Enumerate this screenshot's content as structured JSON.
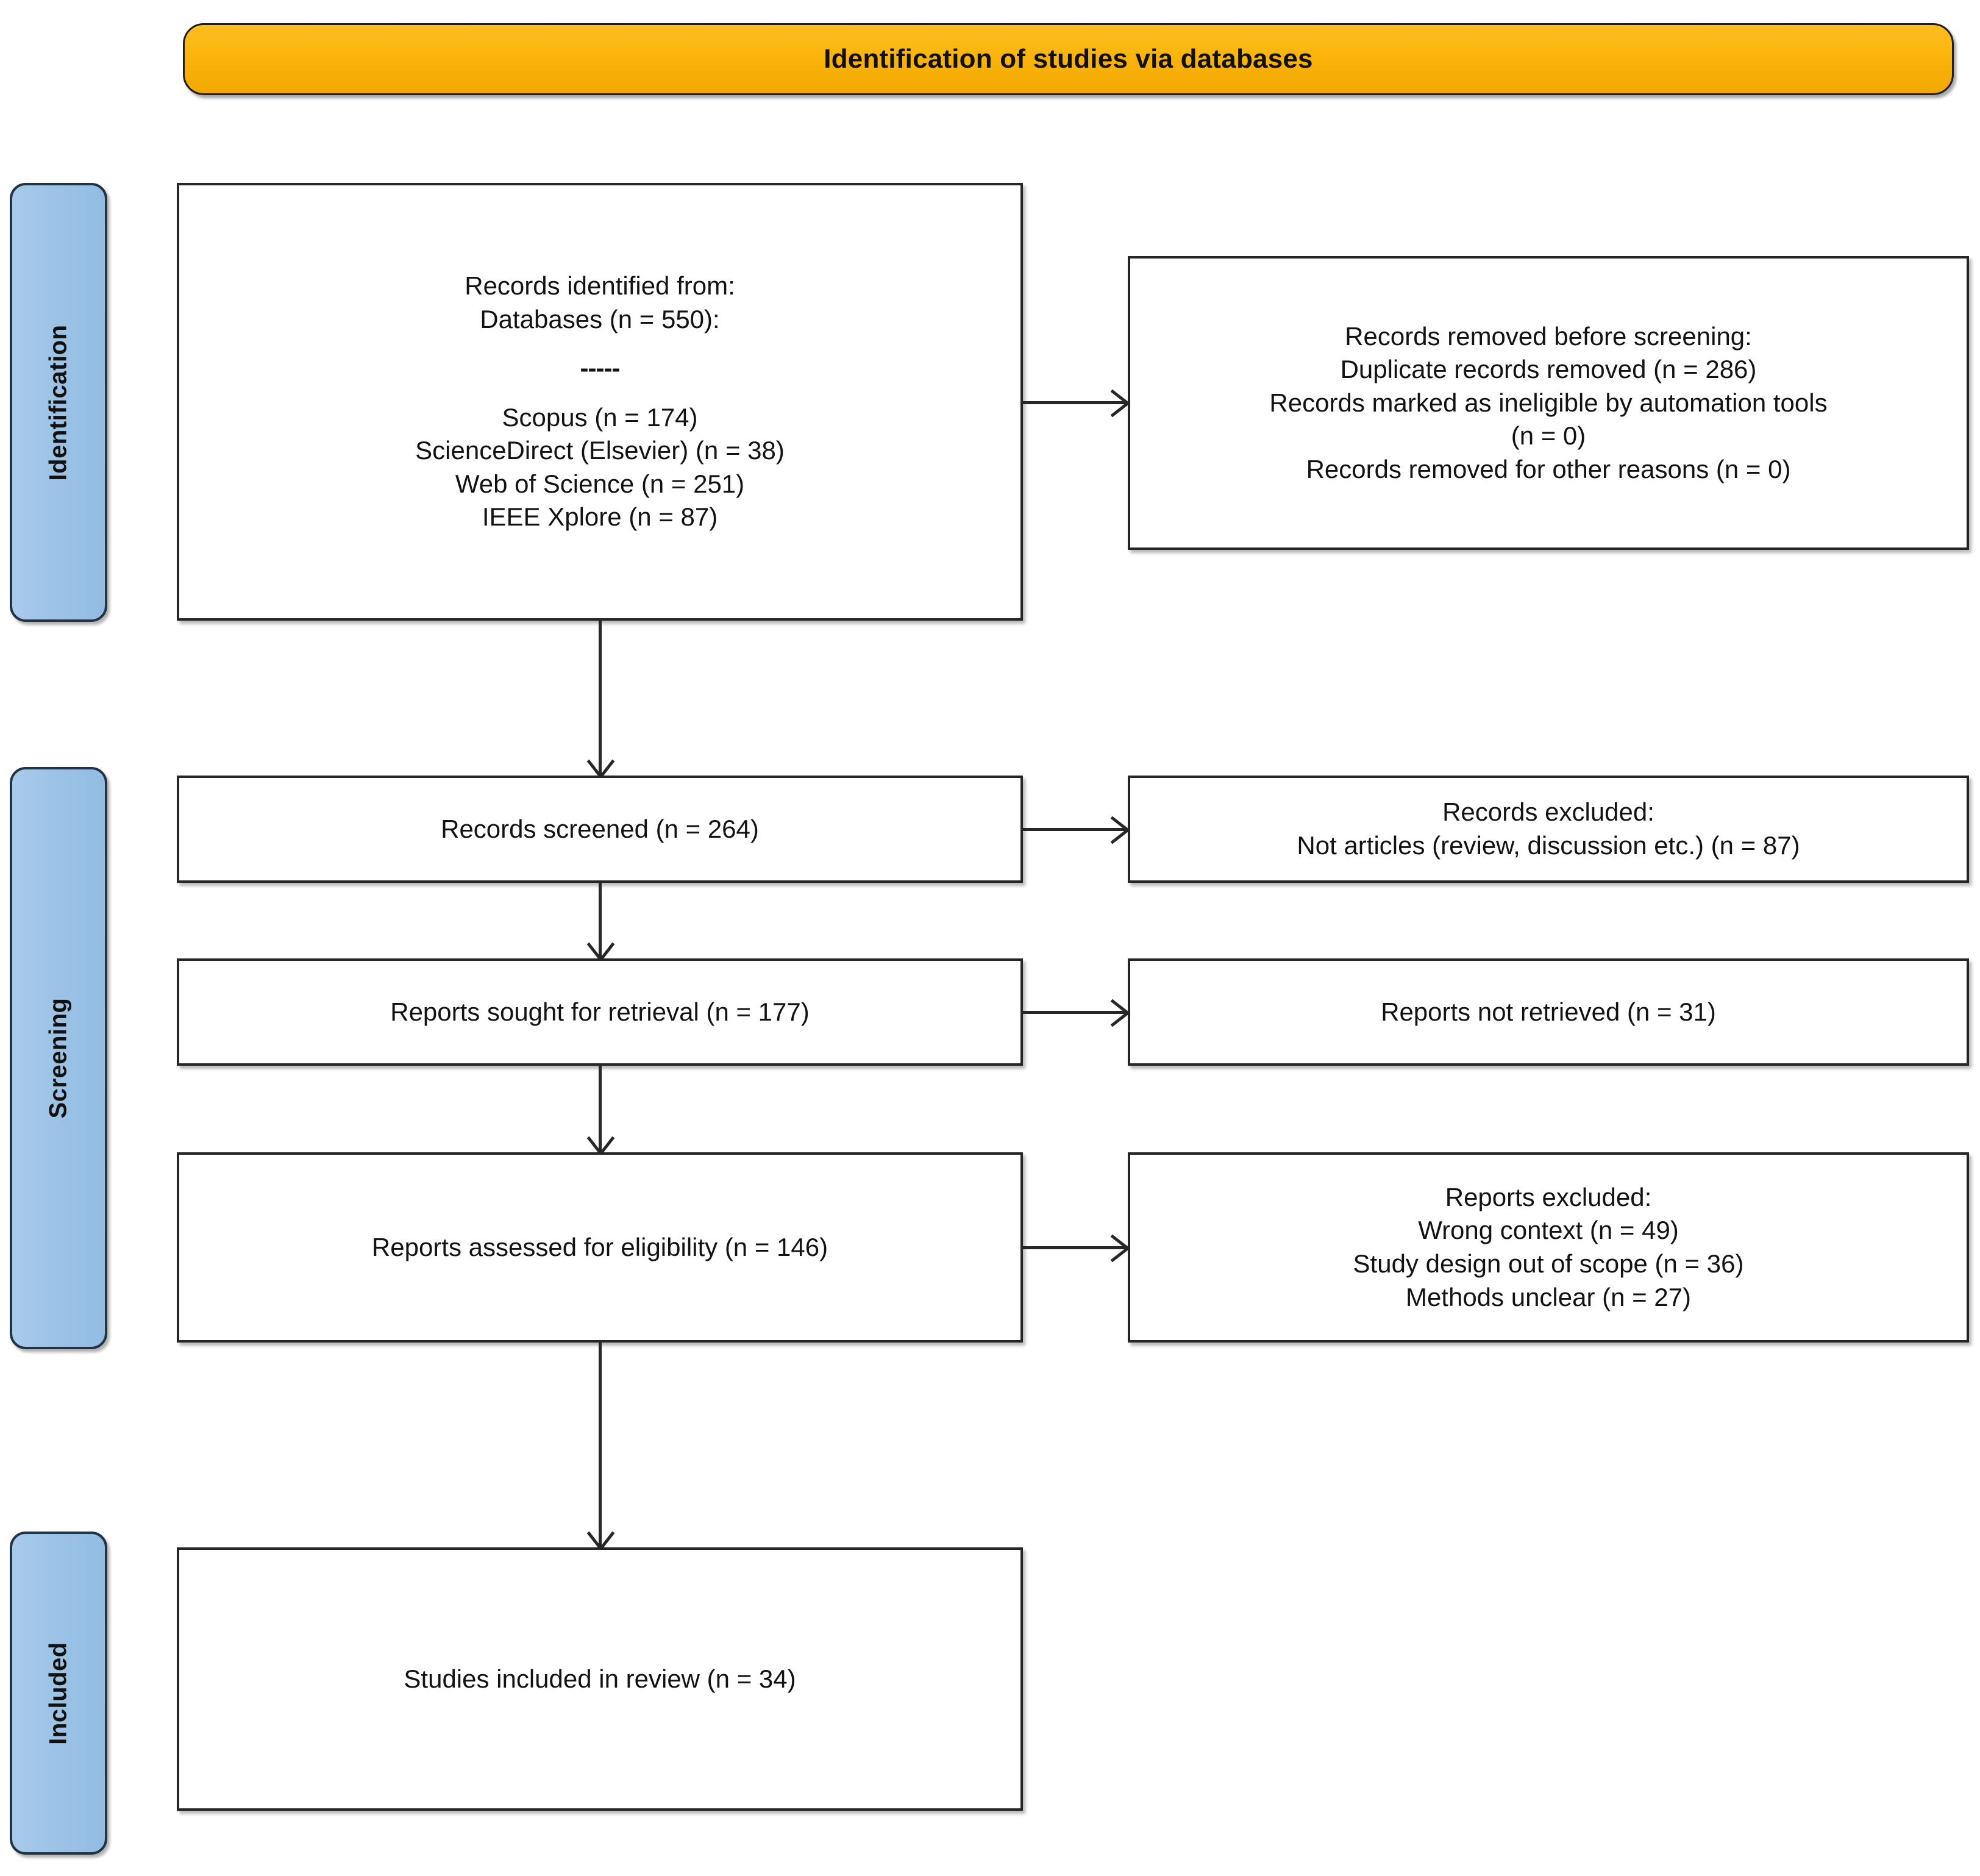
{
  "banner": {
    "title": "Identification of studies via databases"
  },
  "stages": [
    {
      "id": "identification",
      "label": "Identification"
    },
    {
      "id": "screening",
      "label": "Screening"
    },
    {
      "id": "included",
      "label": "Included"
    }
  ],
  "colors": {
    "banner_fill": "#FBB40C",
    "banner_border": "#1F1F1F",
    "stage_fill": "#9DC3E6",
    "stage_border": "#223344",
    "box_border": "#262626",
    "box_fill": "#FFFFFF",
    "connector": "#272727"
  },
  "boxes": {
    "identified": {
      "lines": [
        "Records identified from:",
        "Databases (n = 550):",
        "",
        "-----",
        "",
        "Scopus (n = 174)",
        "ScienceDirect (Elsevier) (n = 38)",
        "Web of Science (n = 251)",
        "IEEE Xplore (n = 87)"
      ]
    },
    "removed": {
      "lines": [
        "Records removed before screening:",
        "Duplicate records removed (n = 286)",
        "Records marked as ineligible by automation tools",
        "(n = 0)",
        "Records removed for other reasons (n = 0)"
      ]
    },
    "screened": {
      "lines": [
        "Records screened (n = 264)"
      ]
    },
    "excluded_1": {
      "lines": [
        "Records excluded:",
        "Not articles (review, discussion etc.) (n = 87)"
      ]
    },
    "sought": {
      "lines": [
        "Reports sought for retrieval (n = 177)"
      ]
    },
    "not_retrieved": {
      "lines": [
        "Reports not retrieved (n = 31)"
      ]
    },
    "assessed": {
      "lines": [
        "Reports assessed for eligibility (n = 146)"
      ]
    },
    "excluded_2": {
      "lines": [
        "Reports excluded:",
        "Wrong context (n = 49)",
        "Study design out of scope (n = 36)",
        "Methods unclear (n = 27)"
      ]
    },
    "included": {
      "lines": [
        "Studies included in review (n = 34)"
      ]
    }
  },
  "chart_data": {
    "type": "diagram",
    "title": "Identification of studies via databases",
    "diagram_kind": "PRISMA 2020 flow diagram",
    "stages": [
      "Identification",
      "Screening",
      "Included"
    ],
    "nodes": [
      {
        "id": "identified",
        "stage": "Identification",
        "label": "Records identified from: Databases",
        "n": 550,
        "breakdown": [
          {
            "source": "Scopus",
            "n": 174
          },
          {
            "source": "ScienceDirect (Elsevier)",
            "n": 38
          },
          {
            "source": "Web of Science",
            "n": 251
          },
          {
            "source": "IEEE Xplore",
            "n": 87
          }
        ]
      },
      {
        "id": "removed",
        "stage": "Identification",
        "label": "Records removed before screening",
        "breakdown": [
          {
            "reason": "Duplicate records removed",
            "n": 286
          },
          {
            "reason": "Records marked as ineligible by automation tools",
            "n": 0
          },
          {
            "reason": "Records removed for other reasons",
            "n": 0
          }
        ]
      },
      {
        "id": "screened",
        "stage": "Screening",
        "label": "Records screened",
        "n": 264
      },
      {
        "id": "excluded_1",
        "stage": "Screening",
        "label": "Records excluded",
        "breakdown": [
          {
            "reason": "Not articles (review, discussion etc.)",
            "n": 87
          }
        ]
      },
      {
        "id": "sought",
        "stage": "Screening",
        "label": "Reports sought for retrieval",
        "n": 177
      },
      {
        "id": "not_retrieved",
        "stage": "Screening",
        "label": "Reports not retrieved",
        "n": 31
      },
      {
        "id": "assessed",
        "stage": "Screening",
        "label": "Reports assessed for eligibility",
        "n": 146
      },
      {
        "id": "excluded_2",
        "stage": "Screening",
        "label": "Reports excluded",
        "breakdown": [
          {
            "reason": "Wrong context",
            "n": 49
          },
          {
            "reason": "Study design out of scope",
            "n": 36
          },
          {
            "reason": "Methods unclear",
            "n": 27
          }
        ]
      },
      {
        "id": "included",
        "stage": "Included",
        "label": "Studies included in review",
        "n": 34
      }
    ],
    "edges": [
      {
        "from": "identified",
        "to": "removed",
        "direction": "right"
      },
      {
        "from": "identified",
        "to": "screened",
        "direction": "down"
      },
      {
        "from": "screened",
        "to": "excluded_1",
        "direction": "right"
      },
      {
        "from": "screened",
        "to": "sought",
        "direction": "down"
      },
      {
        "from": "sought",
        "to": "not_retrieved",
        "direction": "right"
      },
      {
        "from": "sought",
        "to": "assessed",
        "direction": "down"
      },
      {
        "from": "assessed",
        "to": "excluded_2",
        "direction": "right"
      },
      {
        "from": "assessed",
        "to": "included",
        "direction": "down"
      }
    ]
  }
}
